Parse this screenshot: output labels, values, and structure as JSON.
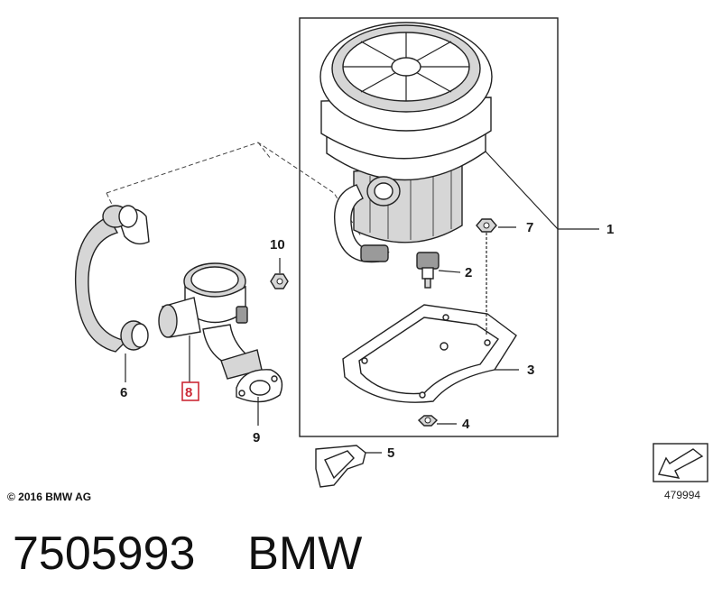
{
  "callouts": [
    {
      "id": "1",
      "label": "1",
      "highlighted": false
    },
    {
      "id": "2",
      "label": "2",
      "highlighted": false
    },
    {
      "id": "3",
      "label": "3",
      "highlighted": false
    },
    {
      "id": "4",
      "label": "4",
      "highlighted": false
    },
    {
      "id": "5",
      "label": "5",
      "highlighted": false
    },
    {
      "id": "6",
      "label": "6",
      "highlighted": false
    },
    {
      "id": "7",
      "label": "7",
      "highlighted": false
    },
    {
      "id": "8",
      "label": "8",
      "highlighted": true
    },
    {
      "id": "9",
      "label": "9",
      "highlighted": false
    },
    {
      "id": "10",
      "label": "10",
      "highlighted": false
    }
  ],
  "copyright": "© 2016 BMW AG",
  "image_number": "479994",
  "caption": {
    "part_number": "7505993",
    "brand": "BMW"
  },
  "colors": {
    "highlight": "#cc2a36",
    "line": "#222222",
    "part_fill": "#d6d6d6"
  }
}
